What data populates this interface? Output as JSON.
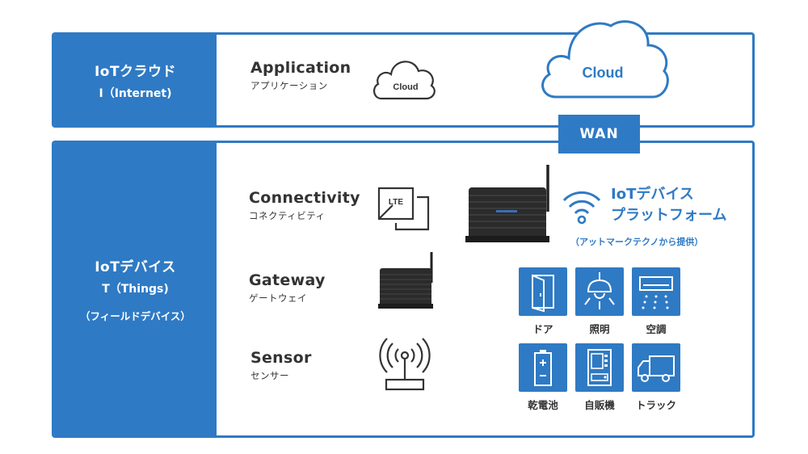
{
  "top_panel": {
    "side_title": "IoTクラウド",
    "side_subtitle": "I（Internet)",
    "application": {
      "en": "Application",
      "ja": "アプリケーション"
    },
    "cloud_small_label": "Cloud",
    "cloud_large_label": "Cloud"
  },
  "wan_label": "WAN",
  "bottom_panel": {
    "side_title": "IoTデバイス",
    "side_subtitle": "T（Things)",
    "side_note": "（フィールドデバイス）",
    "connectivity": {
      "en": "Connectivity",
      "ja": "コネクティビティ",
      "icon_label": "LTE"
    },
    "gateway": {
      "en": "Gateway",
      "ja": "ゲートウェイ"
    },
    "sensor": {
      "en": "Sensor",
      "ja": "センサー"
    },
    "platform": {
      "title_line1": "IoTデバイス",
      "title_line2": "プラットフォーム",
      "subtitle": "（アットマークテクノから提供）"
    },
    "devices": [
      {
        "label": "ドア",
        "icon": "door-icon"
      },
      {
        "label": "照明",
        "icon": "lamp-icon"
      },
      {
        "label": "空調",
        "icon": "air-conditioner-icon"
      },
      {
        "label": "乾電池",
        "icon": "battery-icon"
      },
      {
        "label": "自販機",
        "icon": "vending-machine-icon"
      },
      {
        "label": "トラック",
        "icon": "truck-icon"
      }
    ]
  },
  "colors": {
    "accent": "#2f7ac4",
    "text": "#333333",
    "device_body": "#2b2b2b"
  }
}
